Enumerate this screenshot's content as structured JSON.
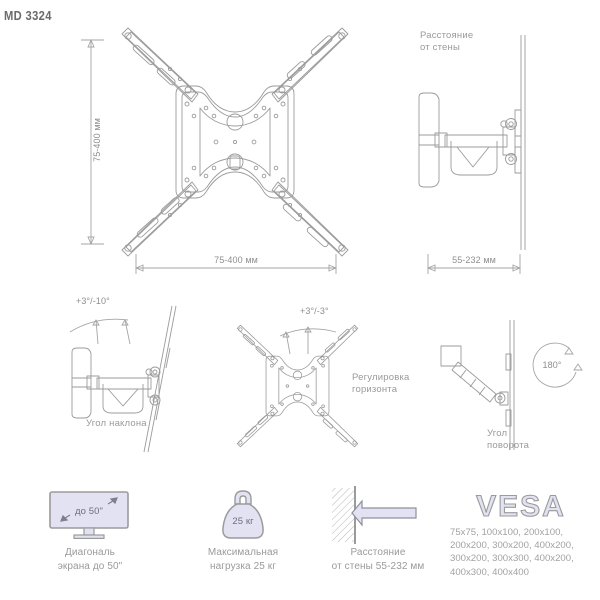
{
  "page": {
    "title": "MD 3324",
    "background_color": "#ffffff",
    "line_color": "#9b9b9b",
    "text_color": "#9a9a9a",
    "icon_fill": "#e2e2f2"
  },
  "main_view": {
    "name": "front-view-bracket",
    "dimension_vertical": "75-400 мм",
    "dimension_horizontal": "75-400 мм"
  },
  "side_view": {
    "name": "side-view-wall-distance",
    "label": "Расстояние\nот стены",
    "dimension": "55-232 мм"
  },
  "tilt_view": {
    "name": "tilt-angle-view",
    "angle": "+3°/-10°",
    "caption": "Угол наклона"
  },
  "level_view": {
    "name": "horizon-adjust-view",
    "angle": "+3°/-3°",
    "caption": "Регулировка\nгоризонта"
  },
  "swivel_view": {
    "name": "swivel-angle-view",
    "angle": "180°",
    "caption": "Угол\nповорота"
  },
  "features": [
    {
      "icon": "tv-screen-icon",
      "icon_text": "до 50\"",
      "caption": "Диагональ\nэкрана до 50\""
    },
    {
      "icon": "weight-icon",
      "icon_text": "25 кг",
      "caption": "Максимальная\nнагрузка 25 кг"
    },
    {
      "icon": "wall-distance-arrow-icon",
      "icon_text": "",
      "caption": "Расстояние\nот стены 55-232 мм"
    }
  ],
  "vesa": {
    "logo": "VESA",
    "sizes": "75x75, 100x100, 200x100,\n200x200, 300x200, 400x200,\n300x200, 300x300, 400x200,\n400x300, 400x400"
  }
}
